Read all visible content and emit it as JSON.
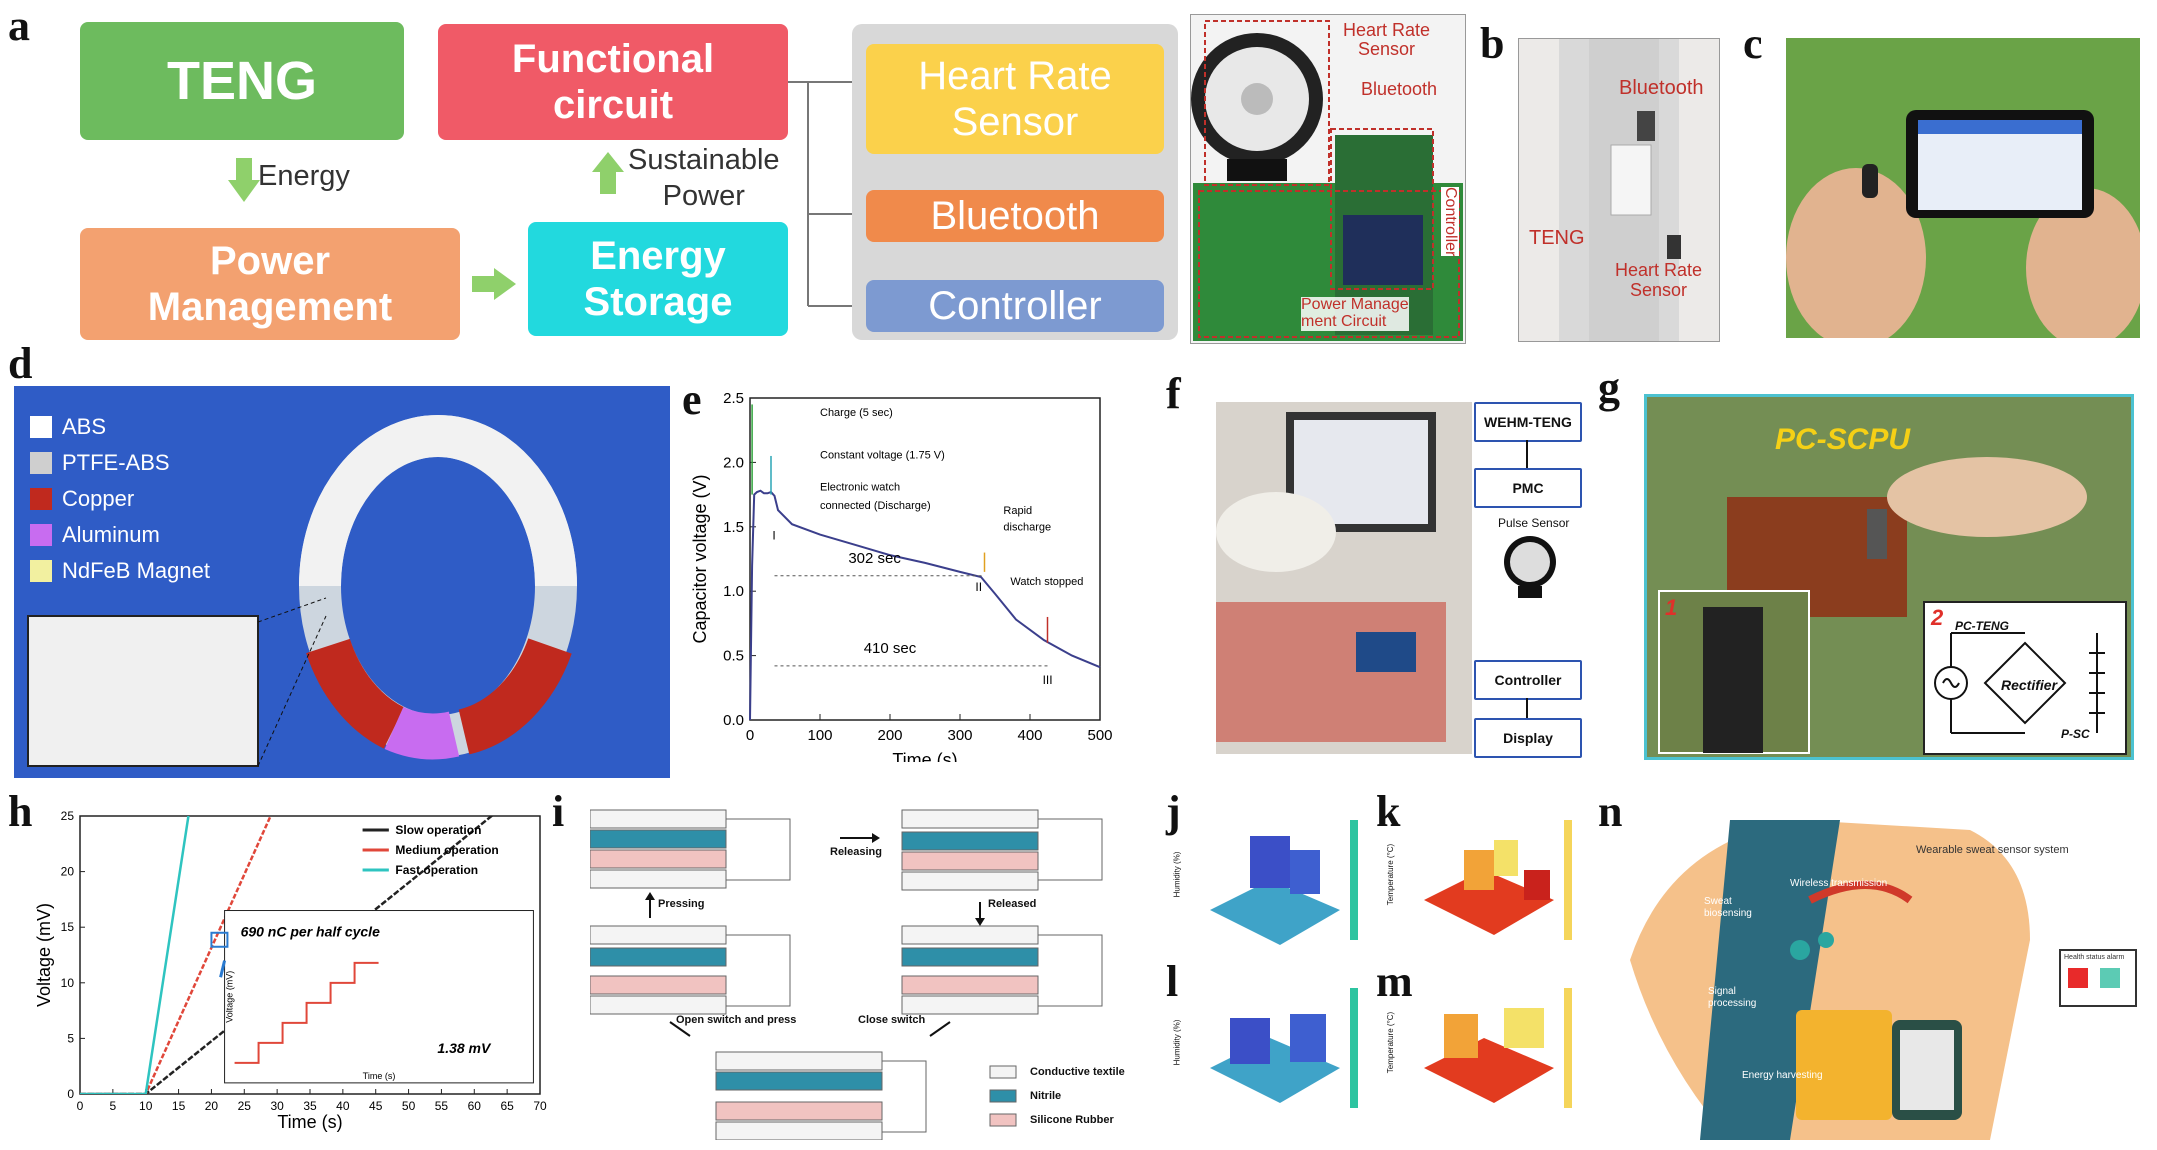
{
  "panel_labels": {
    "a": "a",
    "b": "b",
    "c": "c",
    "d": "d",
    "e": "e",
    "f": "f",
    "g": "g",
    "h": "h",
    "i": "i",
    "j": "j",
    "k": "k",
    "l": "l",
    "m": "m",
    "n": "n"
  },
  "panel_a": {
    "teng": "TENG",
    "energy": "Energy",
    "power_mgmt_1": "Power",
    "power_mgmt_2": "Management",
    "func_1": "Functional",
    "func_2": "circuit",
    "sustainable_1": "Sustainable",
    "sustainable_2": "Power",
    "storage_1": "Energy",
    "storage_2": "Storage",
    "hr_1": "Heart Rate",
    "hr_2": "Sensor",
    "bluetooth": "Bluetooth",
    "controller": "Controller",
    "photo_hr_1": "Heart Rate",
    "photo_hr_2": "Sensor",
    "photo_bt": "Bluetooth",
    "photo_ctrl": "Controller",
    "photo_pm_1": "Power Manage",
    "photo_pm_2": "ment Circuit",
    "colors": {
      "teng": "#6dbb5e",
      "func": "#f05a67",
      "power": "#f3a170",
      "storage": "#22d9de",
      "hr": "#fbd14b",
      "bt": "#f08a4b",
      "ctrl": "#7d9ad1",
      "panel_bg": "#d8d8d8",
      "arrow": "#8fd06b"
    }
  },
  "panel_b": {
    "bluetooth": "Bluetooth",
    "teng": "TENG",
    "hr_1": "Heart Rate",
    "hr_2": "Sensor"
  },
  "panel_d": {
    "legend": [
      "ABS",
      "PTFE-ABS",
      "Copper",
      "Aluminum",
      "NdFeB Magnet"
    ],
    "legend_colors": [
      "#ffffff",
      "#cfcfcf",
      "#c0291e",
      "#c86cf0",
      "#f2f0a0"
    ],
    "bg": "#2f5cc6"
  },
  "panel_e": {
    "chart_data": {
      "type": "line",
      "xlabel": "Time (s)",
      "ylabel": "Capacitor voltage (V)",
      "xlim": [
        0,
        500
      ],
      "ylim": [
        0,
        2.5
      ],
      "xticks": [
        "0",
        "100",
        "200",
        "300",
        "400",
        "500"
      ],
      "yticks": [
        "0.0",
        "0.5",
        "1.0",
        "1.5",
        "2.0",
        "2.5"
      ],
      "x": [
        0,
        3,
        6,
        10,
        15,
        20,
        25,
        30,
        35,
        40,
        60,
        100,
        150,
        200,
        250,
        300,
        330,
        350,
        380,
        420,
        460,
        500
      ],
      "y": [
        0,
        1.2,
        1.75,
        1.77,
        1.78,
        1.76,
        1.76,
        1.77,
        1.74,
        1.63,
        1.52,
        1.44,
        1.36,
        1.28,
        1.22,
        1.15,
        1.11,
        0.98,
        0.78,
        0.62,
        0.5,
        0.41
      ],
      "annotations": [
        {
          "text": "Charge (5 sec)"
        },
        {
          "text": "Constant voltage (1.75 V)"
        },
        {
          "text": "Electronic watch"
        },
        {
          "text": "connected (Discharge)"
        },
        {
          "text": "Rapid"
        },
        {
          "text": "discharge"
        },
        {
          "text": "Watch stopped"
        },
        {
          "text": "302 sec"
        },
        {
          "text": "410 sec"
        },
        {
          "text": "I"
        },
        {
          "text": "II"
        },
        {
          "text": "III"
        }
      ]
    }
  },
  "panel_f": {
    "wehm": "WEHM-TENG",
    "pmc": "PMC",
    "pulse": "Pulse Sensor",
    "controller": "Controller",
    "display": "Display"
  },
  "panel_g": {
    "pcscpu": "PC-SCPU",
    "pcteng": "PC-TENG",
    "rectifier": "Rectifier",
    "psc": "P-SC",
    "n1": "1",
    "n2": "2"
  },
  "panel_h": {
    "chart_data": {
      "type": "line",
      "xlabel": "Time (s)",
      "ylabel": "Voltage (mV)",
      "xlim": [
        0,
        70
      ],
      "ylim": [
        0,
        25
      ],
      "xticks": [
        "0",
        "5",
        "10",
        "15",
        "20",
        "25",
        "30",
        "35",
        "40",
        "45",
        "50",
        "55",
        "60",
        "65",
        "70"
      ],
      "yticks": [
        "0",
        "5",
        "10",
        "15",
        "20",
        "25"
      ],
      "series": [
        {
          "name": "Slow operation",
          "color": "#222222",
          "x": [
            0,
            8,
            10,
            70
          ],
          "y": [
            0,
            0,
            0,
            28.5
          ]
        },
        {
          "name": "Medium operation",
          "color": "#e0473a",
          "x": [
            0,
            8,
            10,
            29
          ],
          "y": [
            0,
            0,
            0,
            25
          ]
        },
        {
          "name": "Fast operation",
          "color": "#2ec4c0",
          "x": [
            0,
            8,
            10,
            16.5
          ],
          "y": [
            0,
            0,
            0,
            25
          ]
        }
      ],
      "inset": {
        "annotation": "690 nC per half cycle",
        "step": "1.38 mV",
        "xlabel": "Time (s)",
        "ylabel": "Voltage (mV)"
      }
    }
  },
  "panel_i": {
    "releasing": "Releasing",
    "pressing": "Pressing",
    "released": "Released",
    "open_switch": "Open switch and press",
    "close_switch": "Close switch",
    "legend": [
      "Conductive textile",
      "Nitrile",
      "Silicone Rubber"
    ],
    "legend_colors": [
      "#f4f4f4",
      "#2e8fa8",
      "#f1c3c1"
    ]
  },
  "panel_jklm": {
    "humidity": "Humidity (%)",
    "temperature": "Temperature (°C)"
  },
  "panel_n": {
    "title": "Wearable sweat sensor system",
    "sweat_1": "Sweat",
    "sweat_2": "biosensing",
    "wireless": "Wireless transmission",
    "signal_1": "Signal",
    "signal_2": "processing",
    "energy": "Energy harvesting",
    "alarm": "Health status alarm"
  }
}
